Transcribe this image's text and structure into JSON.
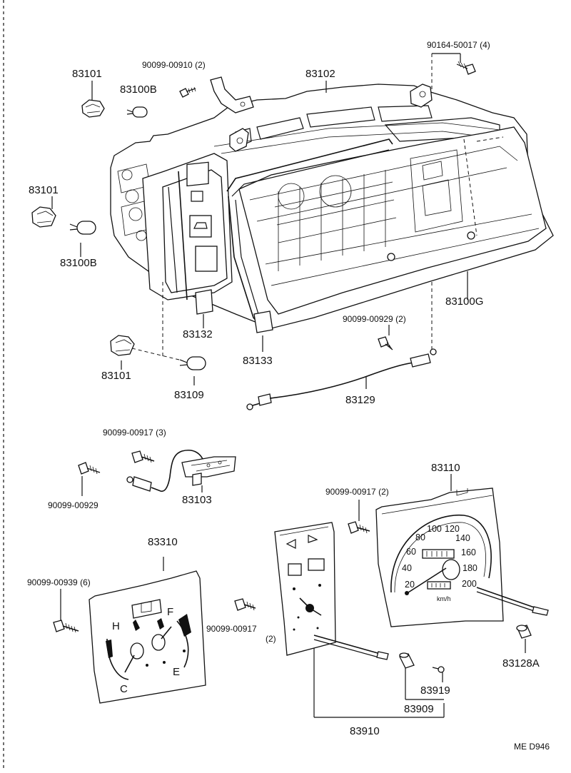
{
  "diagram": {
    "code": "ME D946",
    "parts": [
      {
        "id": "p01",
        "label": "83101"
      },
      {
        "id": "p02",
        "label": "90099-00910 (2)"
      },
      {
        "id": "p03",
        "label": "83100B"
      },
      {
        "id": "p04",
        "label": "83102"
      },
      {
        "id": "p05",
        "label": "90164-50017 (4)"
      },
      {
        "id": "p06",
        "label": "83101"
      },
      {
        "id": "p07",
        "label": "83100B"
      },
      {
        "id": "p08",
        "label": "83132"
      },
      {
        "id": "p09",
        "label": "83133"
      },
      {
        "id": "p10",
        "label": "83100G"
      },
      {
        "id": "p11",
        "label": "90099-00929 (2)"
      },
      {
        "id": "p12",
        "label": "83101"
      },
      {
        "id": "p13",
        "label": "83109"
      },
      {
        "id": "p14",
        "label": "83129"
      },
      {
        "id": "p15",
        "label": "90099-00917 (3)"
      },
      {
        "id": "p16",
        "label": "90099-00929"
      },
      {
        "id": "p17",
        "label": "83103"
      },
      {
        "id": "p18",
        "label": "83110"
      },
      {
        "id": "p19",
        "label": "90099-00917 (2)"
      },
      {
        "id": "p20",
        "label": "83310"
      },
      {
        "id": "p21",
        "label": "90099-00939 (6)"
      },
      {
        "id": "p22",
        "label": "90099-00917"
      },
      {
        "id": "p23",
        "label": "(2)"
      },
      {
        "id": "p24",
        "label": "83128A"
      },
      {
        "id": "p25",
        "label": "83919"
      },
      {
        "id": "p26",
        "label": "83909"
      },
      {
        "id": "p27",
        "label": "83910"
      }
    ],
    "speedometer": {
      "scale": [
        "20",
        "40",
        "60",
        "80",
        "100",
        "120",
        "140",
        "160",
        "180",
        "200"
      ],
      "unit": "km/h"
    },
    "gauge_letters": [
      "H",
      "C",
      "F",
      "E"
    ]
  }
}
